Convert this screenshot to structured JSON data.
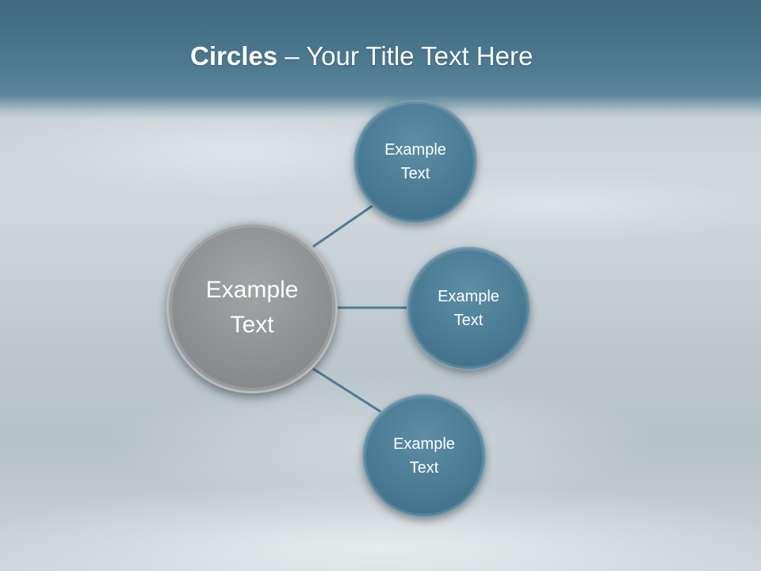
{
  "title": {
    "bold": "Circles",
    "rest": " – Your Title Text Here"
  },
  "diagram": {
    "center": {
      "line1": "Example",
      "line2": "Text"
    },
    "nodes": [
      {
        "line1": "Example",
        "line2": "Text"
      },
      {
        "line1": "Example",
        "line2": "Text"
      },
      {
        "line1": "Example",
        "line2": "Text"
      }
    ],
    "colors": {
      "header": "#4d7a91",
      "node": "#4a7b94",
      "center": "#8c8f91",
      "connector": "#4c7b93"
    }
  }
}
